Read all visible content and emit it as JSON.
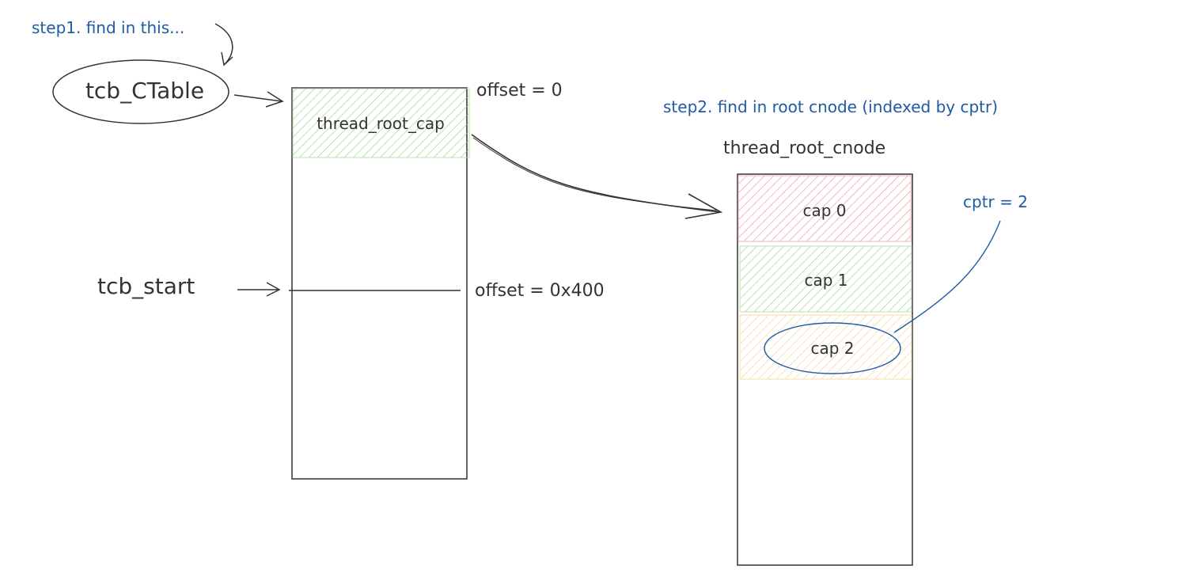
{
  "annotations": {
    "step1": "step1. find in this...",
    "step2": "step2. find in root cnode (indexed by cptr)",
    "cptr": "cptr = 2"
  },
  "tcb": {
    "ctable_label": "tcb_CTable",
    "start_label": "tcb_start",
    "root_cap_label": "thread_root_cap",
    "offset_top": "offset = 0",
    "offset_start": "offset = 0x400"
  },
  "cnode": {
    "title": "thread_root_cnode",
    "slots": [
      {
        "label": "cap 0",
        "color": "#e8707a"
      },
      {
        "label": "cap 1",
        "color": "#7cc46a"
      },
      {
        "label": "cap 2",
        "color": "#e8c46a"
      }
    ]
  },
  "colors": {
    "ink": "#333333",
    "annotation_blue": "#1f5aa6",
    "hatch_green": "#7cc46a",
    "hatch_red": "#e8707a",
    "hatch_yellow": "#e8c46a"
  }
}
